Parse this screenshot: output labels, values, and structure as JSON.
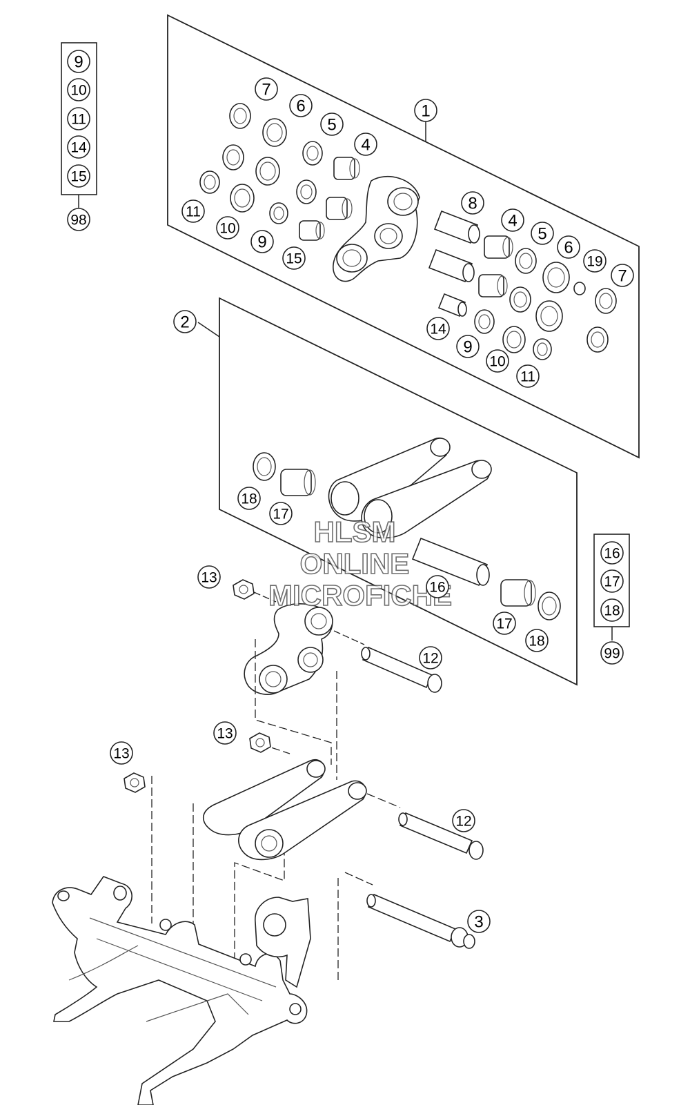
{
  "colors": {
    "line": "#222222",
    "background": "#ffffff",
    "watermark_outline": "#555555"
  },
  "watermark": {
    "line1": "HLSM",
    "line2": "ONLINE",
    "line3": "MICROFICHE"
  },
  "kit_98": {
    "items": [
      "9",
      "10",
      "11",
      "14",
      "15"
    ],
    "label": "98"
  },
  "kit_99": {
    "items": [
      "16",
      "17",
      "18"
    ],
    "label": "99"
  },
  "callouts": {
    "p1": "1",
    "p2": "2",
    "p3": "3",
    "top_7a": "7",
    "top_6a": "6",
    "top_5a": "5",
    "top_4a": "4",
    "top_11a": "11",
    "top_10a": "10",
    "top_9a": "9",
    "top_15": "15",
    "top_8": "8",
    "top_4b": "4",
    "top_5b": "5",
    "top_6b": "6",
    "top_19": "19",
    "top_7b": "7",
    "top_14": "14",
    "top_9b": "9",
    "top_10b": "10",
    "top_11b": "11",
    "mid_18a": "18",
    "mid_17a": "17",
    "mid_16": "16",
    "mid_17b": "17",
    "mid_18b": "18",
    "bot_13a": "13",
    "bot_12a": "12",
    "bot_13b": "13",
    "bot_13c": "13",
    "bot_12b": "12"
  }
}
